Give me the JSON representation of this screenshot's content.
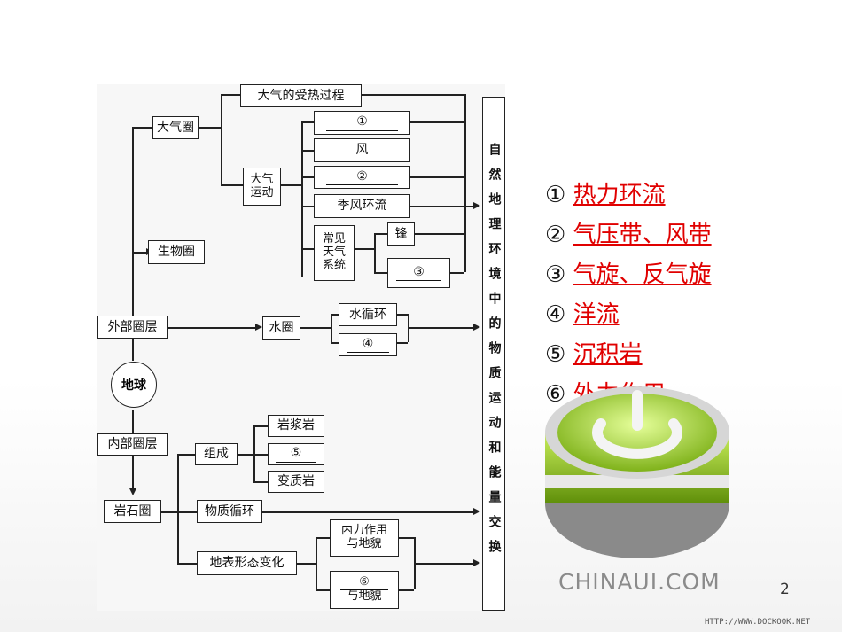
{
  "nodes": {
    "earth": "地球",
    "outer": "外部圈层",
    "inner": "内部圈层",
    "atmos": "大气圈",
    "bio": "生物圈",
    "heat": "大气的受热过程",
    "motion": "大气运动",
    "b1": "①",
    "wind": "风",
    "b2": "②",
    "monsoon": "季风环流",
    "weather": "常见天气系统",
    "front": "锋",
    "b3": "③",
    "hydro": "水圈",
    "watercycle": "水循环",
    "b4": "④",
    "litho": "岩石圈",
    "compose": "组成",
    "magma": "岩浆岩",
    "b5": "⑤",
    "meta": "变质岩",
    "matcycle": "物质循环",
    "landform": "地表形态变化",
    "internal": "内力作用与地貌",
    "b6": "⑥",
    "b6b": "与地貌",
    "side": "自然地理环境中的物质运动和能量交换"
  },
  "answers": [
    {
      "num": "①",
      "text": "热力环流"
    },
    {
      "num": "②",
      "text": "气压带、风带"
    },
    {
      "num": "③",
      "text": "气旋、反气旋"
    },
    {
      "num": "④",
      "text": "洋流"
    },
    {
      "num": "⑤",
      "text": "沉积岩"
    },
    {
      "num": "⑥",
      "text": "外力作用"
    }
  ],
  "colors": {
    "answer": "#e00000",
    "logo_green": "#9acd1e"
  },
  "icons": {
    "logo": "power-ring-icon"
  },
  "brand": "CHINAUI.COM",
  "page_number": "2",
  "url": "HTTP://WWW.DOCKOOK.NET"
}
